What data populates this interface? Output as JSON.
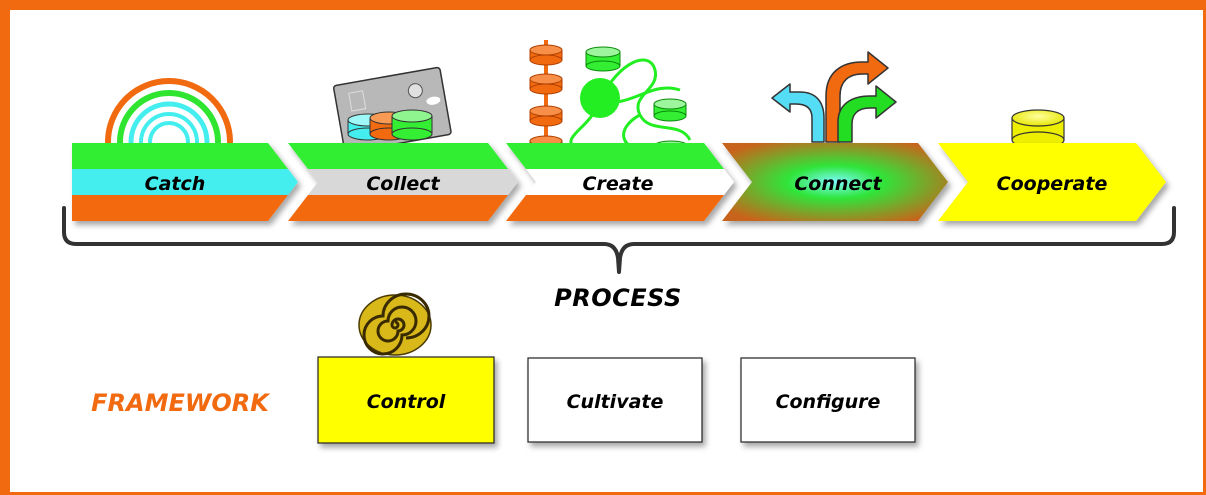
{
  "process_label": "PROCESS",
  "framework_label": "FRAMEWORK",
  "steps": [
    {
      "label": "Catch"
    },
    {
      "label": "Collect"
    },
    {
      "label": "Create"
    },
    {
      "label": "Connect"
    },
    {
      "label": "Cooperate"
    }
  ],
  "framework_boxes": [
    {
      "label": "Control",
      "fill": "#ffff00"
    },
    {
      "label": "Cultivate",
      "fill": "#ffffff"
    },
    {
      "label": "Configure",
      "fill": "#ffffff"
    }
  ],
  "colors": {
    "border": "#f26a10",
    "orange": "#f26a10",
    "green": "#33ee33",
    "cyan": "#44eeee",
    "gray": "#d8d8d8",
    "yellow": "#ffff00"
  }
}
